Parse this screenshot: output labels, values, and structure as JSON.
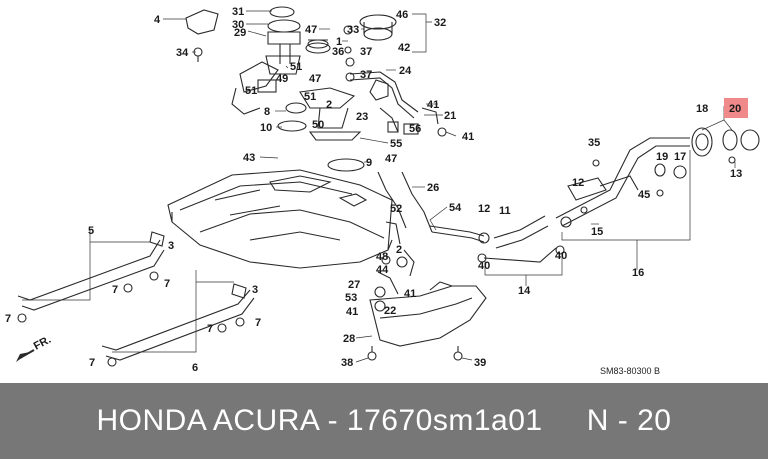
{
  "callouts": [
    {
      "id": "c4",
      "text": "4"
    },
    {
      "id": "c31",
      "text": "31"
    },
    {
      "id": "c30",
      "text": "30"
    },
    {
      "id": "c29",
      "text": "29"
    },
    {
      "id": "c47a",
      "text": "47"
    },
    {
      "id": "c1",
      "text": "1"
    },
    {
      "id": "c33",
      "text": "33"
    },
    {
      "id": "c46",
      "text": "46"
    },
    {
      "id": "c32",
      "text": "32"
    },
    {
      "id": "c36",
      "text": "36"
    },
    {
      "id": "c37a",
      "text": "37"
    },
    {
      "id": "c42",
      "text": "42"
    },
    {
      "id": "c34",
      "text": "34"
    },
    {
      "id": "c51a",
      "text": "51"
    },
    {
      "id": "c49",
      "text": "49"
    },
    {
      "id": "c47b",
      "text": "47"
    },
    {
      "id": "c37b",
      "text": "37"
    },
    {
      "id": "c24",
      "text": "24"
    },
    {
      "id": "c51b",
      "text": "51"
    },
    {
      "id": "c51c",
      "text": "51"
    },
    {
      "id": "c2a",
      "text": "2"
    },
    {
      "id": "c8",
      "text": "8"
    },
    {
      "id": "c10",
      "text": "10"
    },
    {
      "id": "c50",
      "text": "50"
    },
    {
      "id": "c23",
      "text": "23"
    },
    {
      "id": "c41a",
      "text": "41"
    },
    {
      "id": "c21",
      "text": "21"
    },
    {
      "id": "c56",
      "text": "56"
    },
    {
      "id": "c55",
      "text": "55"
    },
    {
      "id": "c41b",
      "text": "41"
    },
    {
      "id": "c43",
      "text": "43"
    },
    {
      "id": "c9",
      "text": "9"
    },
    {
      "id": "c47c",
      "text": "47"
    },
    {
      "id": "c26",
      "text": "26"
    },
    {
      "id": "c52",
      "text": "52"
    },
    {
      "id": "c54",
      "text": "54"
    },
    {
      "id": "c12a",
      "text": "12"
    },
    {
      "id": "c11",
      "text": "11"
    },
    {
      "id": "c2b",
      "text": "2"
    },
    {
      "id": "c48",
      "text": "48"
    },
    {
      "id": "c44",
      "text": "44"
    },
    {
      "id": "c27",
      "text": "27"
    },
    {
      "id": "c53",
      "text": "53"
    },
    {
      "id": "c41c",
      "text": "41"
    },
    {
      "id": "c22",
      "text": "22"
    },
    {
      "id": "c41d",
      "text": "41"
    },
    {
      "id": "c40a",
      "text": "40"
    },
    {
      "id": "c40b",
      "text": "40"
    },
    {
      "id": "c14",
      "text": "14"
    },
    {
      "id": "c28",
      "text": "28"
    },
    {
      "id": "c38",
      "text": "38"
    },
    {
      "id": "c39",
      "text": "39"
    },
    {
      "id": "c5",
      "text": "5"
    },
    {
      "id": "c3a",
      "text": "3"
    },
    {
      "id": "c7a",
      "text": "7"
    },
    {
      "id": "c7b",
      "text": "7"
    },
    {
      "id": "c7c",
      "text": "7"
    },
    {
      "id": "c3b",
      "text": "3"
    },
    {
      "id": "c7d",
      "text": "7"
    },
    {
      "id": "c7e",
      "text": "7"
    },
    {
      "id": "c7f",
      "text": "7"
    },
    {
      "id": "c6",
      "text": "6"
    },
    {
      "id": "c18",
      "text": "18"
    },
    {
      "id": "c20",
      "text": "20"
    },
    {
      "id": "c35",
      "text": "35"
    },
    {
      "id": "c19",
      "text": "19"
    },
    {
      "id": "c17",
      "text": "17"
    },
    {
      "id": "c13",
      "text": "13"
    },
    {
      "id": "c12b",
      "text": "12"
    },
    {
      "id": "c45",
      "text": "45"
    },
    {
      "id": "c15",
      "text": "15"
    },
    {
      "id": "c16",
      "text": "16"
    }
  ],
  "labels": {
    "fr": "FR.",
    "diagram_code": "SM83-80300 B"
  },
  "highlight": {
    "callout_id": "c20",
    "color": "#f08a8a"
  },
  "footer": {
    "brand": "HONDA ACURA",
    "separator": " - ",
    "part_number": "17670sm1a01",
    "gap": "     ",
    "ref": "N - 20"
  },
  "colors": {
    "footer_bg": "#777777",
    "footer_text": "#ffffff",
    "line": "#2a2a2a"
  }
}
